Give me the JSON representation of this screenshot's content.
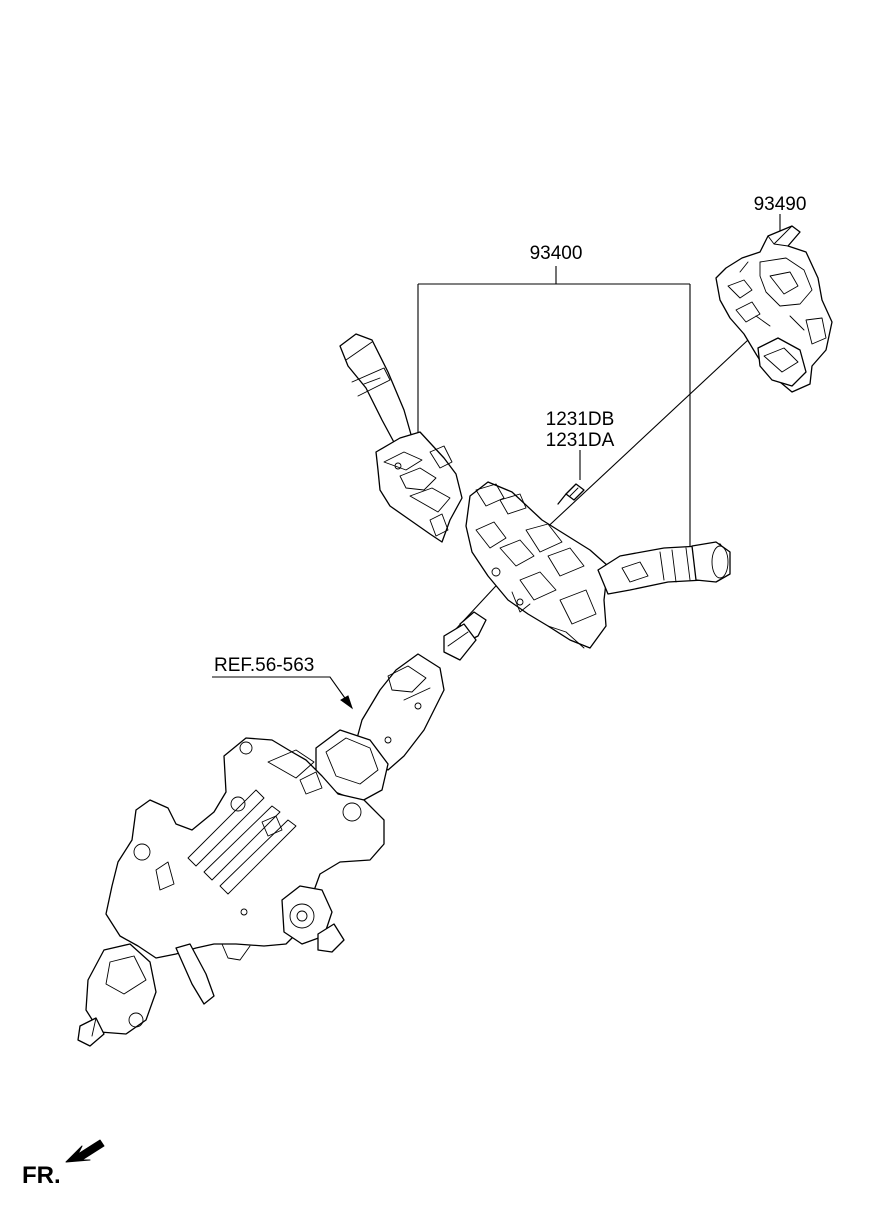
{
  "labels": {
    "switch_assembly": "93400",
    "clock_spring": "93490",
    "screw_primary": "1231DB",
    "screw_secondary": "1231DA",
    "column_reference": "REF.56-563",
    "front_marker": "FR."
  },
  "icons": {
    "front_arrow": "arrow-down-left-icon"
  },
  "colors": {
    "line": "#000000",
    "background": "#ffffff"
  }
}
